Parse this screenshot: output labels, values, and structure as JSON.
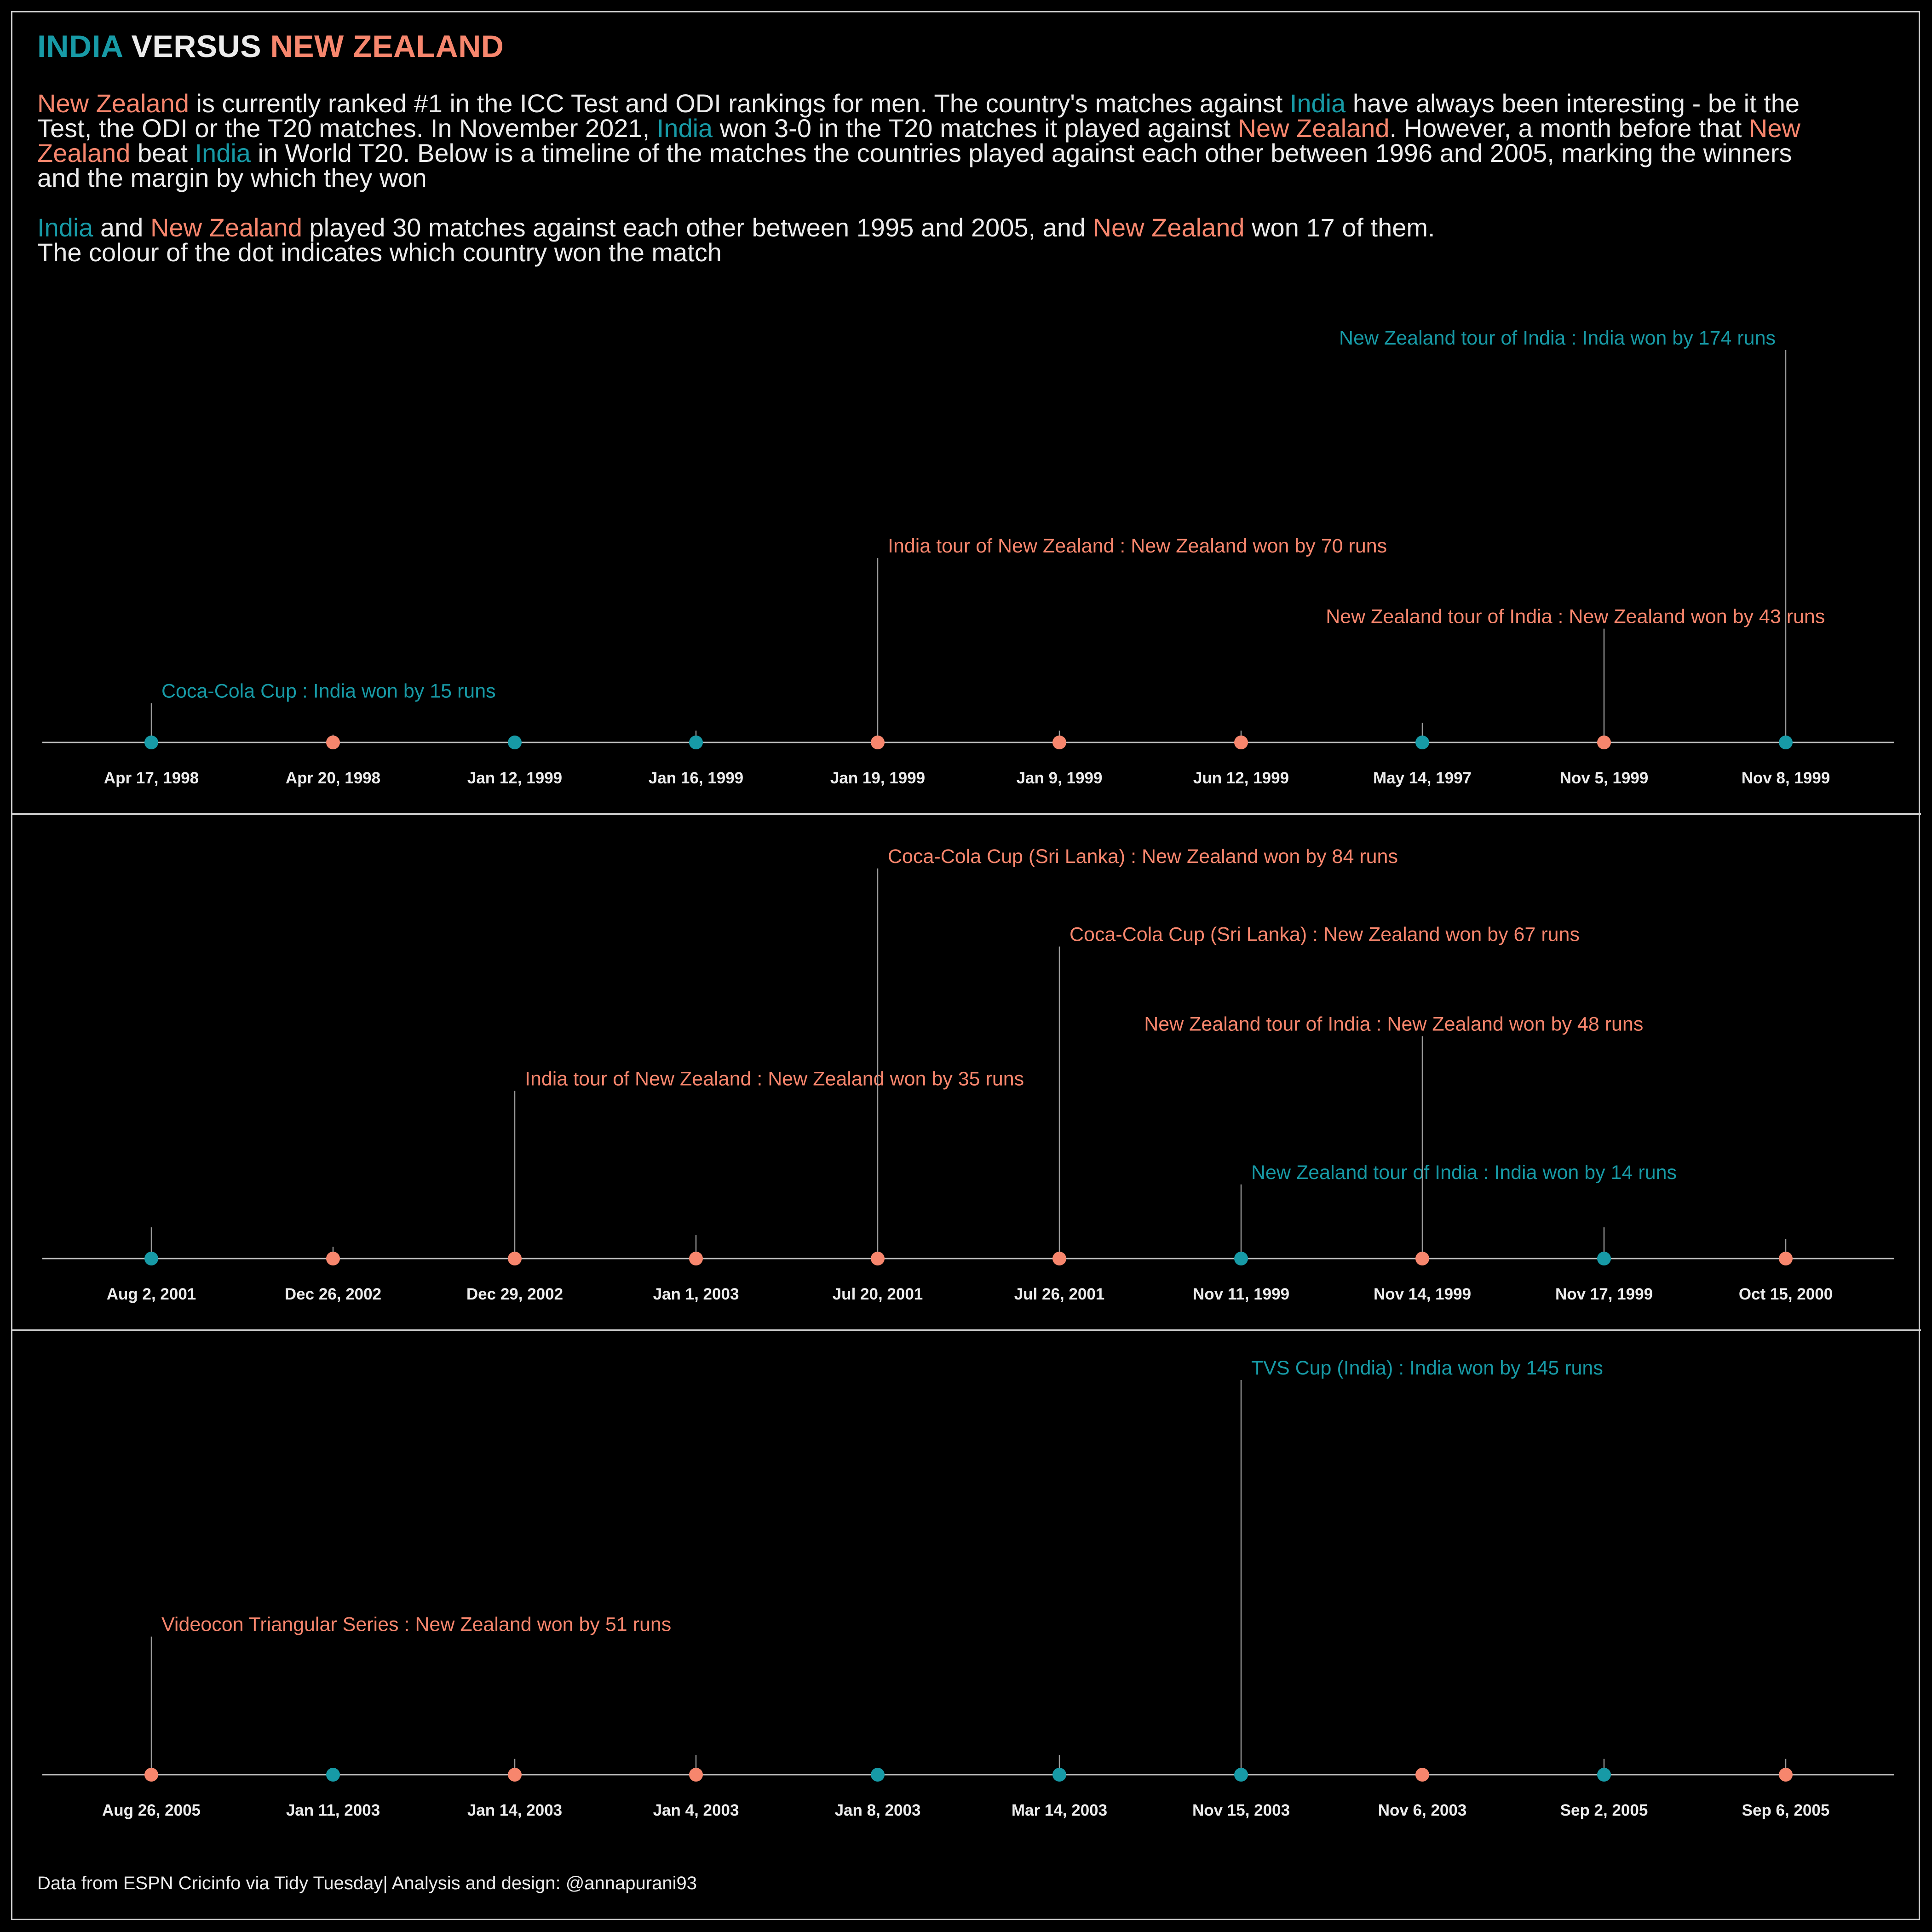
{
  "colors": {
    "india": "#179aa6",
    "new_zealand": "#f7866d",
    "text": "#ececec",
    "axis": "#bdbdbd"
  },
  "header": {
    "title_parts": [
      {
        "text": "INDIA",
        "team": "india"
      },
      {
        "text": " VERSUS ",
        "team": ""
      },
      {
        "text": "NEW ZEALAND",
        "team": "new_zealand"
      }
    ]
  },
  "intro": {
    "paragraph1": [
      {
        "text": "New Zealand",
        "team": "new_zealand"
      },
      {
        "text": " is currently ranked #1 in the ICC Test and ODI rankings for men. The country's matches against ",
        "team": ""
      },
      {
        "text": "India",
        "team": "india"
      },
      {
        "text": " have always been interesting - be it the Test, the ODI or the T20 matches. In November 2021, ",
        "team": ""
      },
      {
        "text": "India",
        "team": "india"
      },
      {
        "text": " won 3-0 in the T20 matches it played against ",
        "team": ""
      },
      {
        "text": "New Zealand",
        "team": "new_zealand"
      },
      {
        "text": ". However, a month before that ",
        "team": ""
      },
      {
        "text": "New Zealand",
        "team": "new_zealand"
      },
      {
        "text": " beat ",
        "team": ""
      },
      {
        "text": "India",
        "team": "india"
      },
      {
        "text": " in World T20. Below is a timeline of the matches the countries played against each other between 1996 and 2005, marking the winners and the margin by which they won",
        "team": ""
      }
    ],
    "paragraph2": [
      {
        "text": "India",
        "team": "india"
      },
      {
        "text": " and ",
        "team": ""
      },
      {
        "text": "New Zealand",
        "team": "new_zealand"
      },
      {
        "text": " played 30 matches against each other between 1995 and 2005, and ",
        "team": ""
      },
      {
        "text": "New Zealand",
        "team": "new_zealand"
      },
      {
        "text": " won 17 of them.",
        "team": ""
      },
      {
        "text": "\nThe colour of the dot indicates which country won the match",
        "team": ""
      }
    ]
  },
  "chart_data": {
    "type": "timeline",
    "note": "Three lollipop timeline panels; each point is a match, dot colour is the winner, stem height orders the annotations",
    "panels": [
      {
        "matches": [
          {
            "date": "Apr 17, 1998",
            "winner": "india",
            "height": 0.1,
            "label": "Coca-Cola Cup : India won by 15 runs"
          },
          {
            "date": "Apr 20, 1998",
            "winner": "new_zealand",
            "height": 0.02,
            "label": ""
          },
          {
            "date": "Jan 12, 1999",
            "winner": "india",
            "height": 0.0,
            "label": ""
          },
          {
            "date": "Jan 16, 1999",
            "winner": "india",
            "height": 0.03,
            "label": ""
          },
          {
            "date": "Jan 19, 1999",
            "winner": "new_zealand",
            "height": 0.47,
            "label": "India tour of New Zealand : New Zealand won by 70 runs"
          },
          {
            "date": "Jan 9, 1999",
            "winner": "new_zealand",
            "height": 0.03,
            "label": ""
          },
          {
            "date": "Jun 12, 1999",
            "winner": "new_zealand",
            "height": 0.03,
            "label": ""
          },
          {
            "date": "May 14, 1997",
            "winner": "india",
            "height": 0.05,
            "label": ""
          },
          {
            "date": "Nov 5, 1999",
            "winner": "new_zealand",
            "height": 0.29,
            "label": "New Zealand tour of India : New Zealand won by 43 runs"
          },
          {
            "date": "Nov 8, 1999",
            "winner": "india",
            "height": 1.0,
            "label": "New Zealand tour of India : India won by 174 runs"
          }
        ]
      },
      {
        "matches": [
          {
            "date": "Aug 2, 2001",
            "winner": "india",
            "height": 0.08,
            "label": ""
          },
          {
            "date": "Dec 26, 2002",
            "winner": "new_zealand",
            "height": 0.03,
            "label": ""
          },
          {
            "date": "Dec 29, 2002",
            "winner": "new_zealand",
            "height": 0.43,
            "label": "India tour of New Zealand : New Zealand won by 35 runs"
          },
          {
            "date": "Jan 1, 2003",
            "winner": "new_zealand",
            "height": 0.06,
            "label": ""
          },
          {
            "date": "Jul 20, 2001",
            "winner": "new_zealand",
            "height": 1.0,
            "label": "Coca-Cola Cup (Sri Lanka) : New Zealand won by 84 runs"
          },
          {
            "date": "Jul 26, 2001",
            "winner": "new_zealand",
            "height": 0.8,
            "label": "Coca-Cola Cup (Sri Lanka) : New Zealand won by 67 runs"
          },
          {
            "date": "Nov 11, 1999",
            "winner": "india",
            "height": 0.19,
            "label": "New Zealand tour of India : India won by 14 runs"
          },
          {
            "date": "Nov 14, 1999",
            "winner": "new_zealand",
            "height": 0.57,
            "label": "New Zealand tour of India : New Zealand won by 48 runs"
          },
          {
            "date": "Nov 17, 1999",
            "winner": "india",
            "height": 0.08,
            "label": ""
          },
          {
            "date": "Oct 15, 2000",
            "winner": "new_zealand",
            "height": 0.05,
            "label": ""
          }
        ]
      },
      {
        "matches": [
          {
            "date": "Aug 26, 2005",
            "winner": "new_zealand",
            "height": 0.35,
            "label": "Videocon Triangular Series : New Zealand won by 51 runs"
          },
          {
            "date": "Jan 11, 2003",
            "winner": "india",
            "height": 0.0,
            "label": ""
          },
          {
            "date": "Jan 14, 2003",
            "winner": "new_zealand",
            "height": 0.04,
            "label": ""
          },
          {
            "date": "Jan 4, 2003",
            "winner": "new_zealand",
            "height": 0.05,
            "label": ""
          },
          {
            "date": "Jan 8, 2003",
            "winner": "india",
            "height": 0.0,
            "label": ""
          },
          {
            "date": "Mar 14, 2003",
            "winner": "india",
            "height": 0.05,
            "label": ""
          },
          {
            "date": "Nov 15, 2003",
            "winner": "india",
            "height": 1.0,
            "label": "TVS Cup (India) : India won by 145 runs"
          },
          {
            "date": "Nov 6, 2003",
            "winner": "new_zealand",
            "height": 0.0,
            "label": ""
          },
          {
            "date": "Sep 2, 2005",
            "winner": "india",
            "height": 0.04,
            "label": ""
          },
          {
            "date": "Sep 6, 2005",
            "winner": "new_zealand",
            "height": 0.04,
            "label": ""
          }
        ]
      }
    ]
  },
  "footer": {
    "caption": "Data from ESPN Cricinfo via Tidy Tuesday| Analysis and design: @annapurani93"
  }
}
